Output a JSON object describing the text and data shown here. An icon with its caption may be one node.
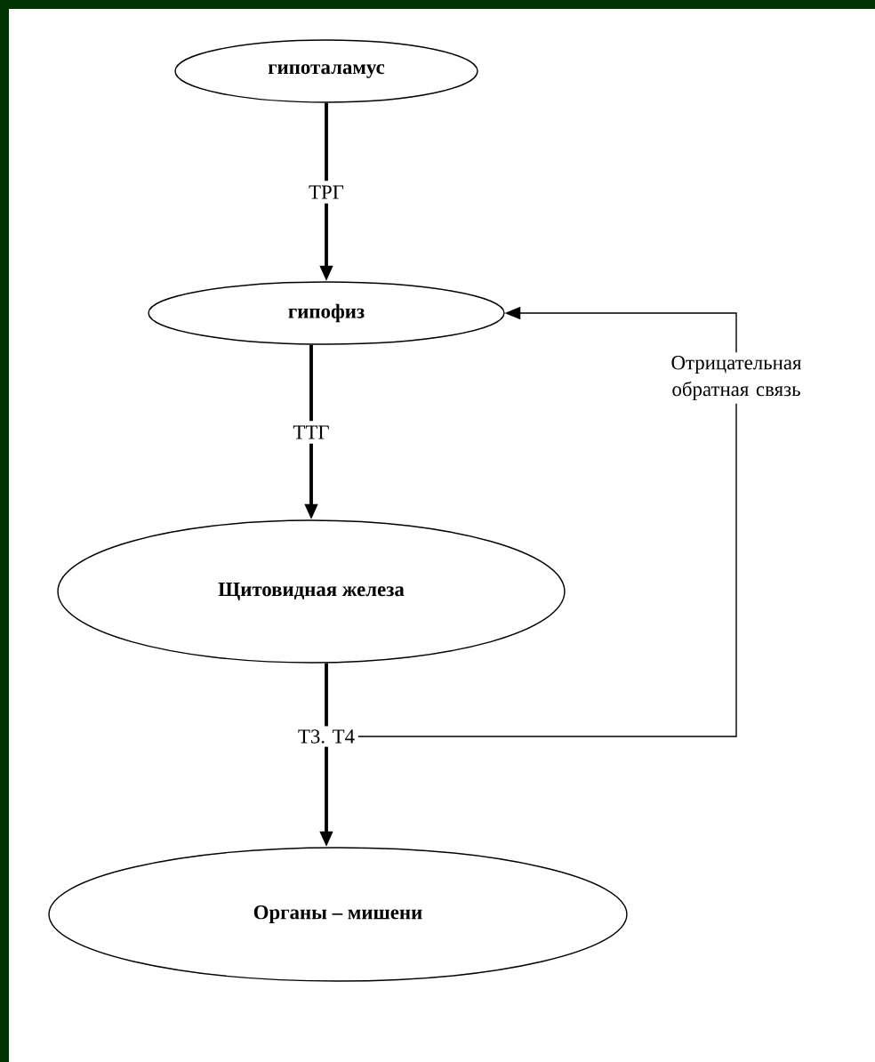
{
  "diagram": {
    "nodes": [
      {
        "text": [
          "гипоталамус"
        ]
      },
      {
        "text": [
          "гипофиз"
        ]
      },
      {
        "text": [
          "Щитовидная железа"
        ]
      },
      {
        "text": [
          "Органы – мишени"
        ]
      },
      {
        "text": [
          "Т3. Т4"
        ]
      },
      {
        "text": [
          "Отрицательная обратная связь"
        ]
      }
    ],
    "edges": [
      {
        "from": 0,
        "to": 1,
        "arrow": "to",
        "label": "ТРГ"
      },
      {
        "from": 1,
        "to": 2,
        "arrow": "to",
        "label": "ТТГ"
      },
      {
        "from": 2,
        "to": 4,
        "arrow": "none"
      },
      {
        "from": 4,
        "to": 3,
        "arrow": "to"
      },
      {
        "from": 4,
        "to": 5,
        "arrow": "none"
      },
      {
        "from": 5,
        "to": 1,
        "arrow": "to"
      }
    ]
  }
}
